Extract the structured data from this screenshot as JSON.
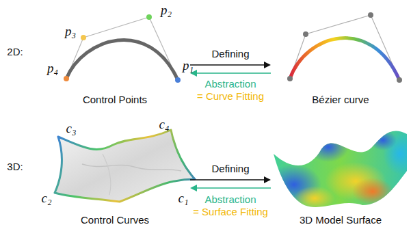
{
  "diagram": {
    "nodes": [
      {
        "text": [
          "Control Points"
        ]
      },
      {
        "text": [
          "Bézier curve"
        ]
      },
      {
        "text": [
          "Control Curves"
        ]
      },
      {
        "text": [
          "3D Model Surface"
        ]
      }
    ],
    "edges": [
      {
        "from": 0,
        "to": 1,
        "arrow": "to",
        "label": "Defining"
      },
      {
        "from": 1,
        "to": 0,
        "arrow": "to",
        "label": "Abstraction"
      },
      {
        "from": 2,
        "to": 3,
        "arrow": "to",
        "label": "Defining"
      },
      {
        "from": 3,
        "to": 2,
        "arrow": "to",
        "label": "Abstraction"
      }
    ],
    "labels": [
      "2D:",
      "p₃",
      "p₂",
      "p₄",
      "p₁",
      "= Curve Fitting",
      "3D:",
      "c₃",
      "c₄",
      "c₂",
      "c₁",
      "= Surface Fitting"
    ]
  }
}
